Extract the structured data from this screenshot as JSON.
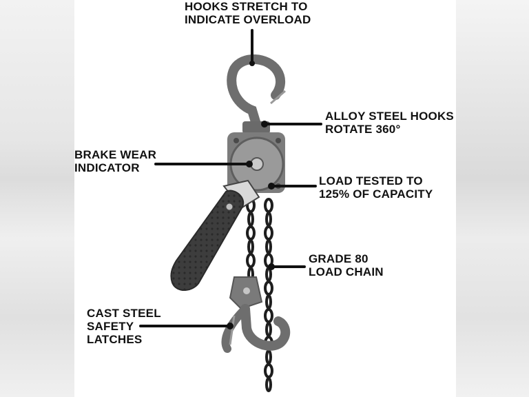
{
  "callouts": {
    "hooks_stretch": [
      "HOOKS STRETCH TO",
      "INDICATE OVERLOAD"
    ],
    "alloy_hooks": [
      "ALLOY STEEL HOOKS",
      "ROTATE 360°"
    ],
    "brake_wear": [
      "BRAKE WEAR",
      "INDICATOR"
    ],
    "load_tested": [
      "LOAD TESTED TO",
      "125% OF CAPACITY"
    ],
    "grade_chain": [
      "GRADE 80",
      "LOAD CHAIN"
    ],
    "safety_latches": [
      "CAST STEEL",
      "SAFETY",
      "LATCHES"
    ]
  },
  "icons": {
    "top_hook": "hook-icon",
    "hoist_body": "gear-housing-icon",
    "lever_handle": "lever-handle-icon",
    "chain": "chain-icon",
    "bottom_hook": "hook-icon"
  },
  "colors": {
    "text": "#111111",
    "leader_line": "#111111",
    "hook_gray": "#6e6e6e",
    "body_gray": "#8a8a8a",
    "handle_dark": "#3a3a3a",
    "chain_dark": "#1e1e1e"
  }
}
